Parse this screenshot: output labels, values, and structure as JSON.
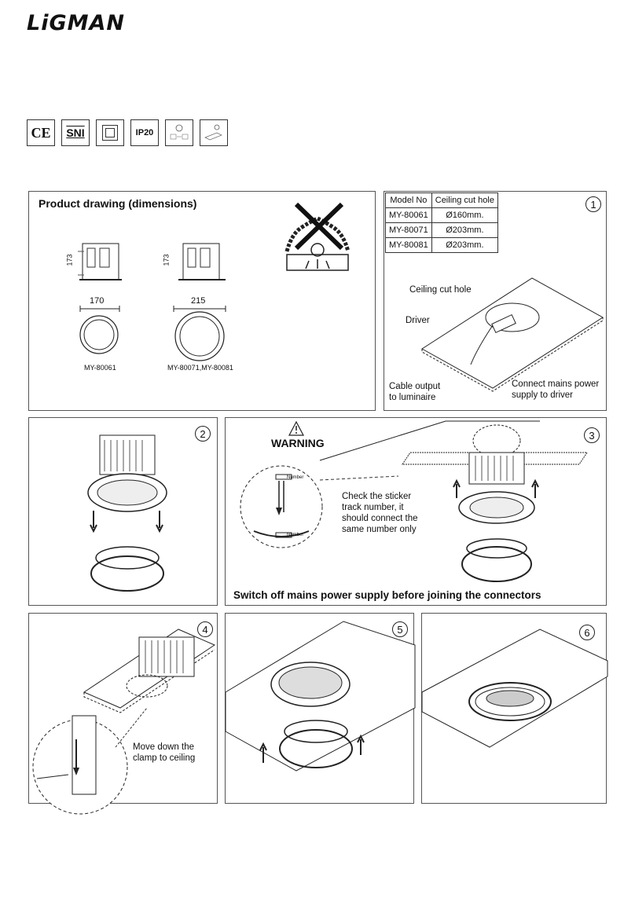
{
  "brand": {
    "logo": "LiGMAN"
  },
  "certifications": [
    {
      "icon": "ce-mark-icon",
      "label": "CE"
    },
    {
      "icon": "sni-mark-icon",
      "label": "SNI"
    },
    {
      "icon": "class-ii-icon",
      "label": ""
    },
    {
      "icon": "ip20-icon",
      "label": "IP20"
    },
    {
      "icon": "no-insulation-cover-icon",
      "label": ""
    },
    {
      "icon": "driver-icon",
      "label": ""
    }
  ],
  "product_drawing": {
    "title": "Product drawing (dimensions)",
    "small": {
      "height": "173",
      "diameter": "170",
      "model": "MY-80061"
    },
    "large": {
      "height": "173",
      "diameter": "215",
      "model": "MY-80071,MY-80081"
    }
  },
  "model_table": {
    "headers": [
      "Model No",
      "Ceiling cut hole"
    ],
    "rows": [
      [
        "MY-80061",
        "Ø160mm."
      ],
      [
        "MY-80071",
        "Ø203mm."
      ],
      [
        "MY-80081",
        "Ø203mm."
      ]
    ]
  },
  "step1": {
    "number": "1",
    "labels": {
      "cut_hole": "Ceiling cut hole",
      "driver": "Driver",
      "cable_output": "Cable output\nto luminaire",
      "connect_mains": "Connect mains power\nsupply to driver"
    }
  },
  "step2": {
    "number": "2"
  },
  "step3": {
    "number": "3",
    "warning": "WARNING",
    "sticker_note": "Check the sticker\ntrack number, it\nshould connect the\nsame number only",
    "sticker_label": "Number",
    "switch_off": "Switch off mains power supply before joining the connectors"
  },
  "step4": {
    "number": "4",
    "note": "Move down the\nclamp to ceiling"
  },
  "step5": {
    "number": "5"
  },
  "step6": {
    "number": "6"
  }
}
